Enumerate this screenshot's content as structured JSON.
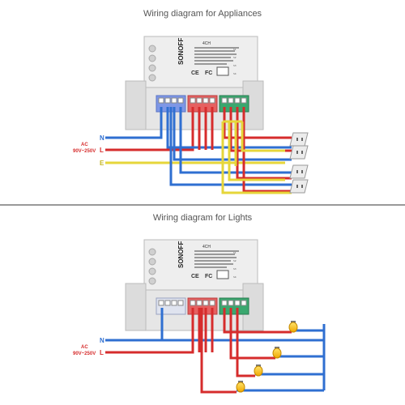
{
  "top": {
    "title": "Wiring diagram for Appliances",
    "line_labels": [
      "N",
      "L",
      "E"
    ],
    "ac_label": "AC",
    "voltage_label": "90V~250V"
  },
  "bottom": {
    "title": "Wiring diagram for Lights",
    "line_labels": [
      "N",
      "L"
    ],
    "ac_label": "AC",
    "voltage_label": "90V~250V"
  },
  "device": {
    "brand": "SONOFF",
    "model": "4CH",
    "cert_marks": [
      "CE",
      "FC"
    ],
    "relay_labels": [
      "S1",
      "S2",
      "S3",
      "S4"
    ]
  },
  "colors": {
    "neutral": "#2f6fd1",
    "live": "#d62c2c",
    "earth": "#e6d63a",
    "terminal_blue": "#6f8fe0",
    "terminal_red": "#e05555",
    "terminal_green": "#37a86a",
    "bulb": "#f3c21b",
    "divider": "#333333"
  },
  "icons": [
    "outlet-icon",
    "light-bulb-icon"
  ]
}
